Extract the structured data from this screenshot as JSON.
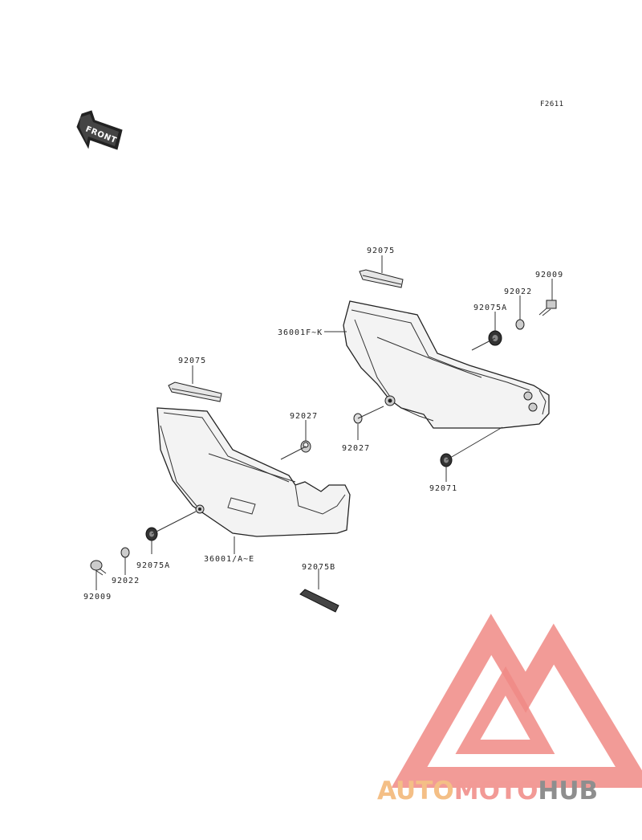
{
  "figure_code": "F2611",
  "front_label": "FRONT",
  "parts": {
    "p92075_top": "92075",
    "p92009_right": "92009",
    "p92022_right": "92022",
    "p92075A_right": "92075A",
    "p36001F": "36001F~K",
    "p92075_left": "92075",
    "p92027_left": "92027",
    "p92027_right": "92027",
    "p92071": "92071",
    "p36001A": "36001/A~E",
    "p92075B": "92075B",
    "p92075A_left": "92075A",
    "p92022_left": "92022",
    "p92009_left": "92009"
  },
  "watermark": {
    "part1": "AUTO",
    "part2": "MOTO",
    "part3": "HUB",
    "color_auto": "#f4bf86",
    "color_moto": "#f29a96",
    "color_hub": "#8e8e8e",
    "color_logo": "#f08a85"
  }
}
